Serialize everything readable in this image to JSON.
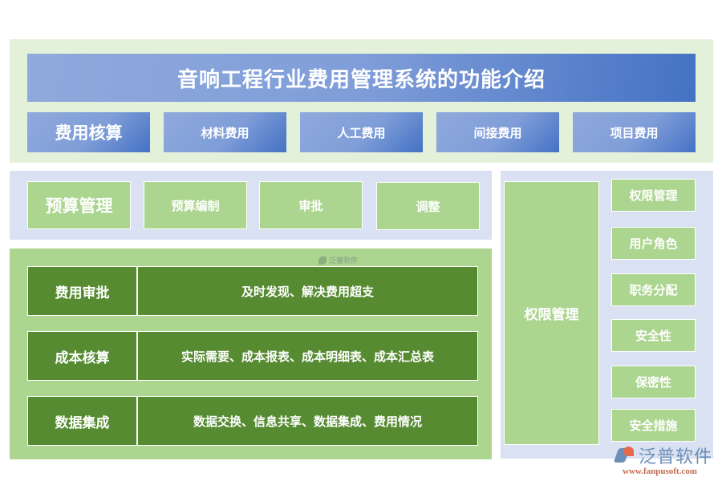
{
  "title": "音响工程行业费用管理系统的功能介绍",
  "cost_accounting": {
    "head": "费用核算",
    "items": [
      "材料费用",
      "人工费用",
      "间接费用",
      "项目费用"
    ]
  },
  "budget": {
    "head": "预算管理",
    "items": [
      "预算编制",
      "审批",
      "调整"
    ]
  },
  "operations": [
    {
      "key": "费用审批",
      "value": "及时发现、解决费用超支"
    },
    {
      "key": "成本核算",
      "value": "实际需要、成本报表、成本明细表、成本汇总表"
    },
    {
      "key": "数据集成",
      "value": "数据交换、信息共享、数据集成、费用情况"
    }
  ],
  "permissions": {
    "head": "权限管理",
    "items": [
      "权限管理",
      "用户角色",
      "职务分配",
      "安全性",
      "保密性",
      "安全措施"
    ]
  },
  "watermark": {
    "small": "泛普软件",
    "brand": "泛普软件",
    "url": "www.fanpusoft.com"
  },
  "colors": {
    "top_panel_bg": "#e3f0da",
    "light_blue_panel_bg": "#d9e1f2",
    "light_green": "#acd590",
    "dark_green": "#568b32",
    "blue_gradient_start": "#8faadc",
    "blue_gradient_end": "#4472c4"
  }
}
